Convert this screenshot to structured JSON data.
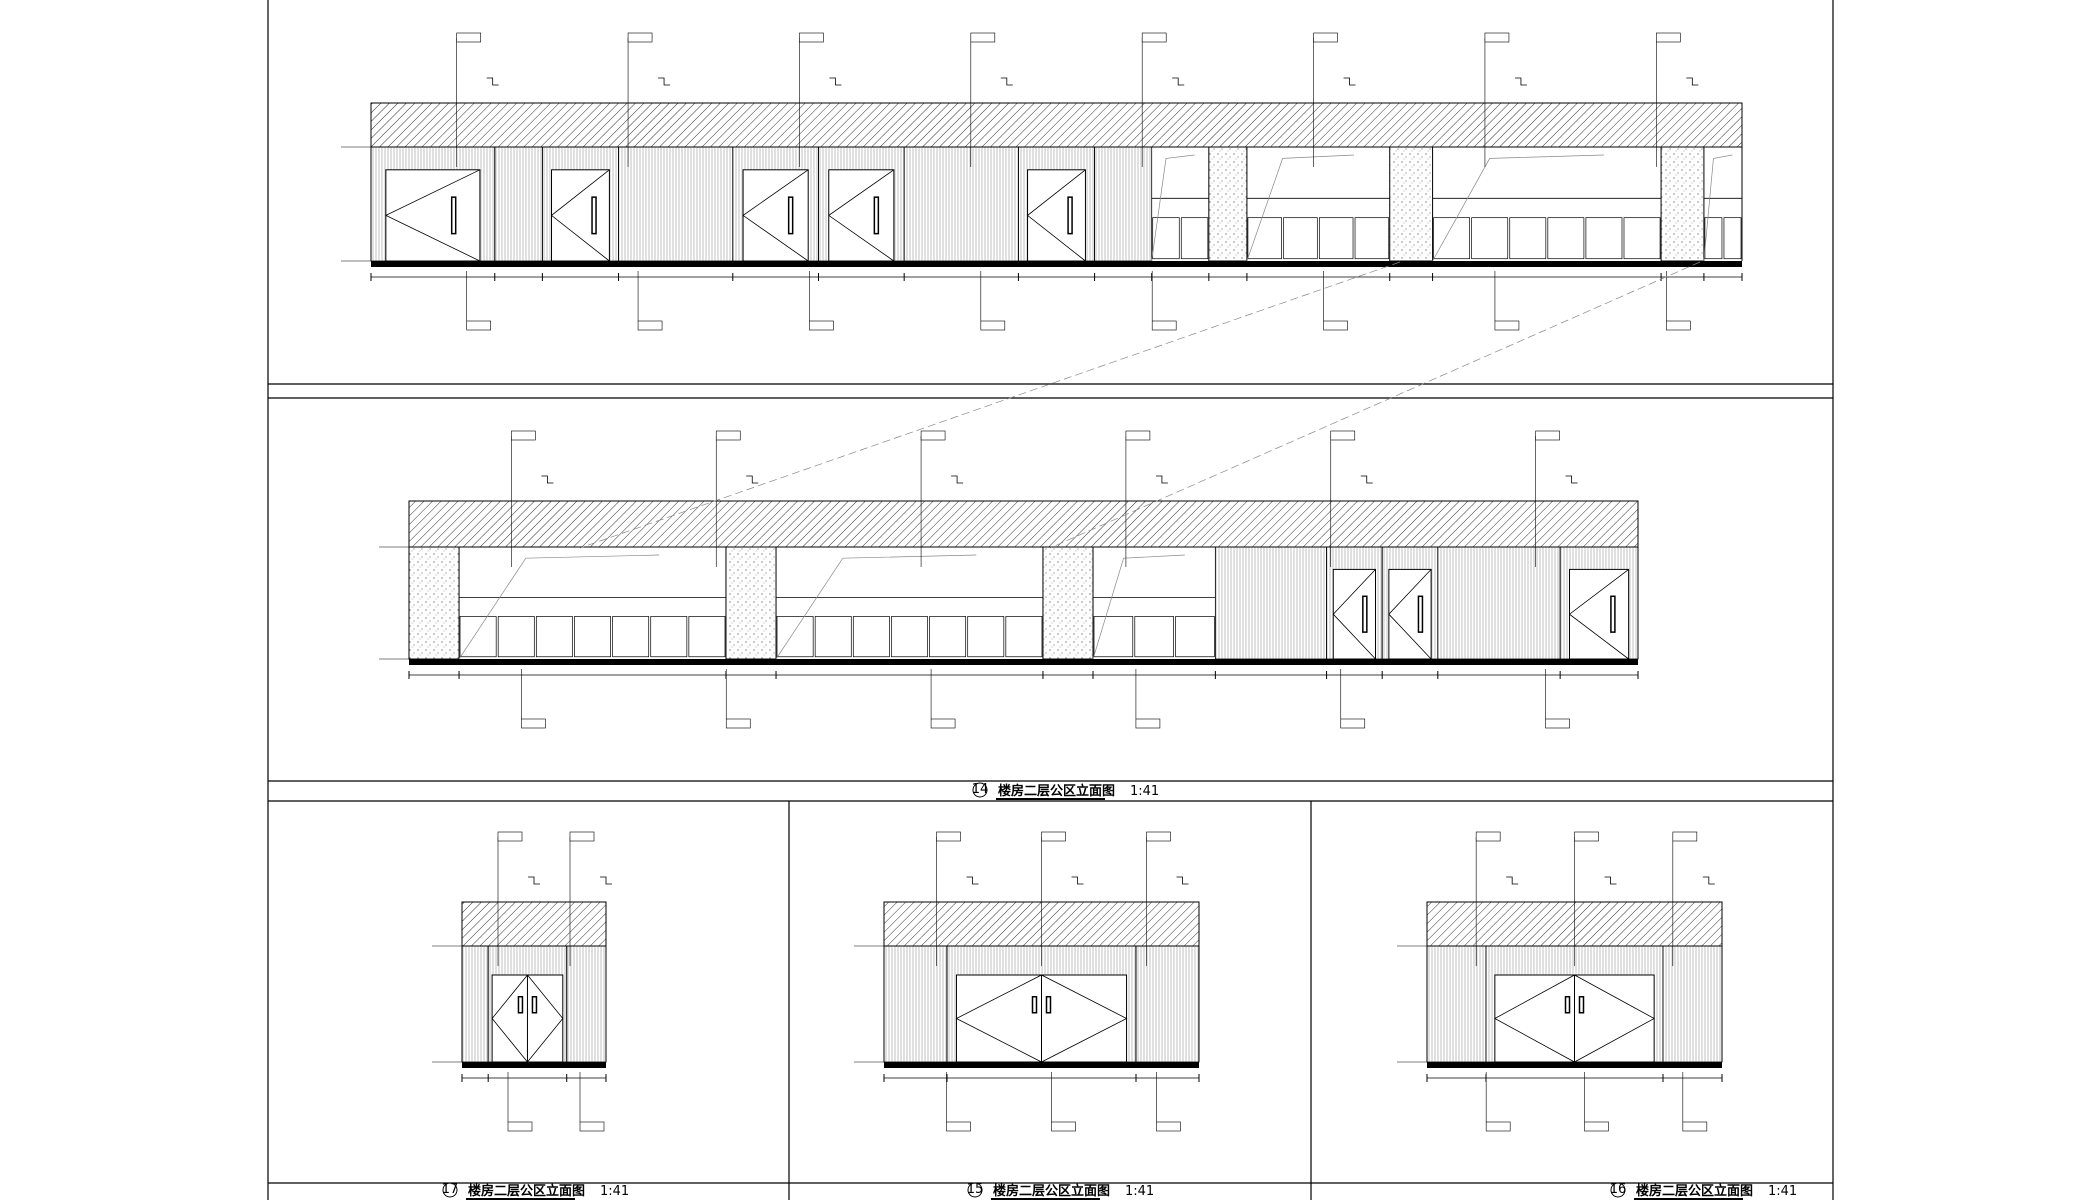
{
  "drawing_titles": [
    {
      "number": "14",
      "title": "楼房二层公区立面图",
      "scale": "1:41"
    },
    {
      "number": "17",
      "title": "楼房二层公区立面图",
      "scale": "1:41"
    },
    {
      "number": "15",
      "title": "楼房二层公区立面图",
      "scale": "1:41"
    },
    {
      "number": "16",
      "title": "楼房二层公区立面图",
      "scale": "1:41"
    }
  ],
  "colors": {
    "line": "#000000",
    "leader": "#888888",
    "paper": "#ffffff"
  }
}
